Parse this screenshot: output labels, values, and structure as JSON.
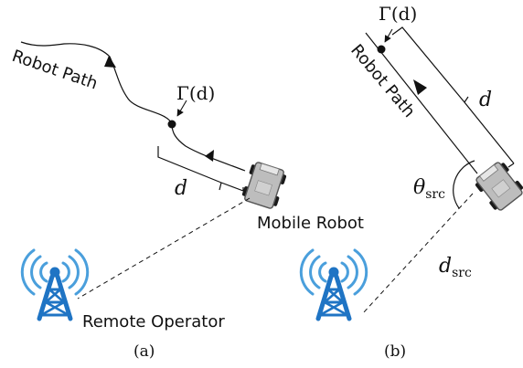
{
  "panel_a": {
    "robot_path_label": "Robot Path",
    "gamma_label": "Γ(d)",
    "d_label": "d",
    "mobile_robot_label": "Mobile Robot",
    "remote_operator_label": "Remote Operator",
    "caption": "(a)"
  },
  "panel_b": {
    "robot_path_label": "Robot Path",
    "gamma_label": "Γ(d)",
    "d_label": "d",
    "theta_label": "θ",
    "theta_sub": "src",
    "dsrc_label": "d",
    "dsrc_sub": "src",
    "caption": "(b)"
  },
  "colors": {
    "signal_blue": "#4a9fdc",
    "tower_blue": "#1f74c4",
    "robot_gray": "#bdbdbd",
    "line": "#111111"
  },
  "icons": {
    "tower": "radio-tower-icon",
    "robot": "robot-car-icon"
  }
}
